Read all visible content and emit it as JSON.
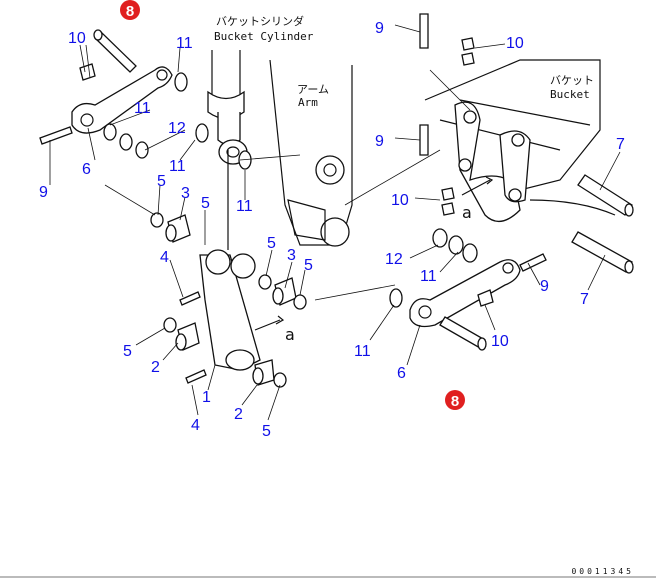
{
  "labels": {
    "bucket_cylinder_jp": "バケットシリンダ",
    "bucket_cylinder_en": "Bucket Cylinder",
    "arm_jp": "アーム",
    "arm_en": "Arm",
    "bucket_jp": "バケット",
    "bucket_en": "Bucket",
    "view_marker": "a"
  },
  "callouts": {
    "highlighted_part": "8",
    "parts": [
      "1",
      "2",
      "3",
      "4",
      "5",
      "6",
      "7",
      "9",
      "10",
      "11",
      "12"
    ]
  },
  "colors": {
    "callout": "#1010e8",
    "highlight": "#e02020"
  },
  "document_number": "00011345"
}
